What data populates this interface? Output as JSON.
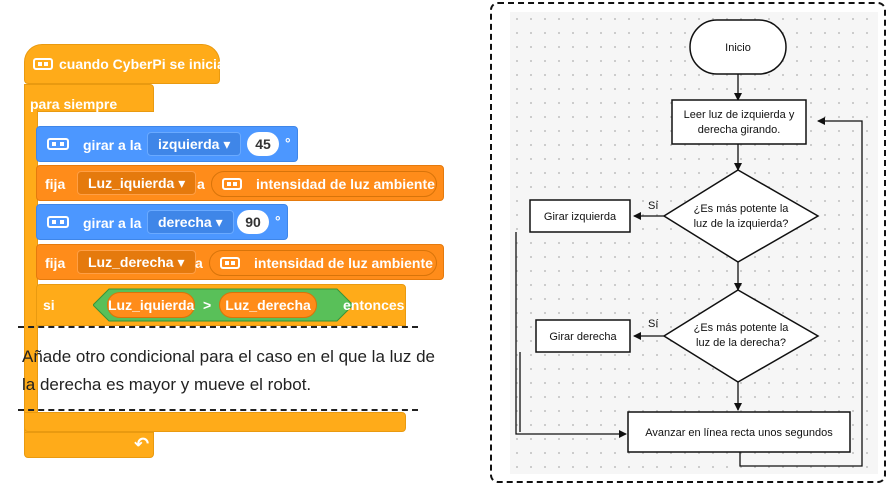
{
  "program": {
    "hat_label": "cuando CyberPi se inicia",
    "forever_label": "para siempre",
    "turn_left": {
      "label": "girar a la",
      "direction": "izquierda ▾",
      "degrees": "45",
      "unit": "°"
    },
    "set_left": {
      "label": "fija",
      "variable": "Luz_iquierda ▾",
      "to": "a",
      "sensor": "intensidad de luz ambiente"
    },
    "turn_right": {
      "label": "girar a la",
      "direction": "derecha ▾",
      "degrees": "90",
      "unit": "°"
    },
    "set_right": {
      "label": "fija",
      "variable": "Luz_derecha ▾",
      "to": "a",
      "sensor": "intensidad de luz ambiente"
    },
    "if_block": {
      "if_label": "si",
      "left": "Luz_iquierda",
      "operator": ">",
      "right": "Luz_derecha",
      "then_label": "entonces"
    },
    "loop_arrow": "↶"
  },
  "caption": "Añade otro condicional para el caso en el que la luz de la derecha es mayor y mueve el robot.",
  "flowchart": {
    "start": "Inicio",
    "read_line1": "Leer luz de izquierda y",
    "read_line2": "derecha girando.",
    "q1_line1": "¿Es más potente la",
    "q1_line2": "luz de la izquierda?",
    "q1_yes": "Sí",
    "turn_left": "Girar izquierda",
    "q2_line1": "¿Es más potente la",
    "q2_line2": "luz de la derecha?",
    "q2_yes": "Sí",
    "turn_right": "Girar derecha",
    "forward": "Avanzar en línea recta unos segundos"
  }
}
